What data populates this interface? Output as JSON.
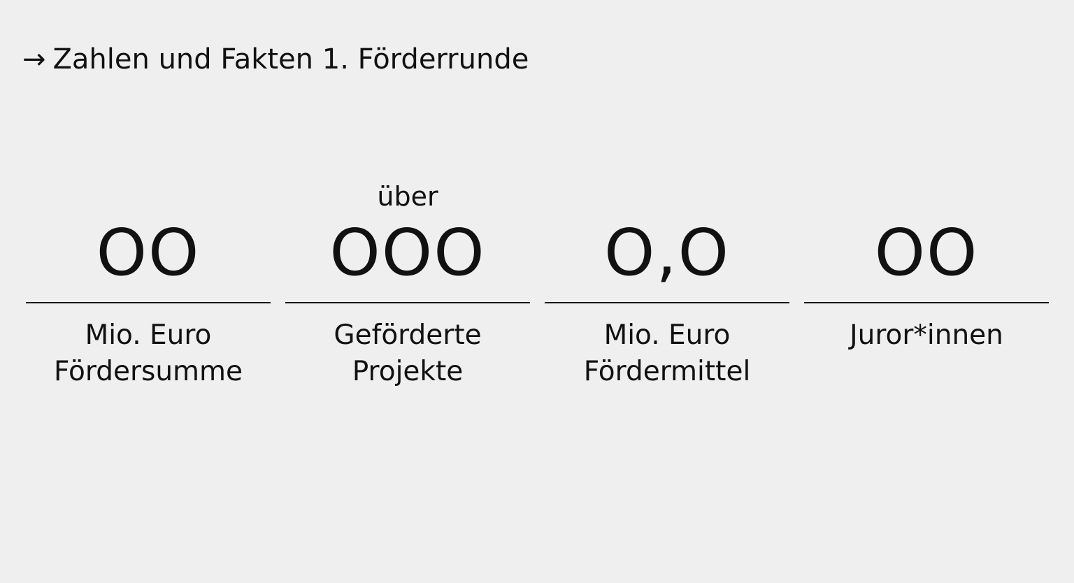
{
  "section": {
    "arrow_icon": "→",
    "title": "Zahlen und Fakten 1. Förderrunde"
  },
  "stats": [
    {
      "prefix": "",
      "value": "OO",
      "label_line1": "Mio. Euro",
      "label_line2": "Fördersumme"
    },
    {
      "prefix": "über",
      "value": "OOO",
      "label_line1": "Geförderte",
      "label_line2": "Projekte"
    },
    {
      "prefix": "",
      "value": "O,O",
      "label_line1": "Mio. Euro",
      "label_line2": "Fördermittel"
    },
    {
      "prefix": "",
      "value": "OO",
      "label_line1": "Juror*innen",
      "label_line2": ""
    }
  ]
}
